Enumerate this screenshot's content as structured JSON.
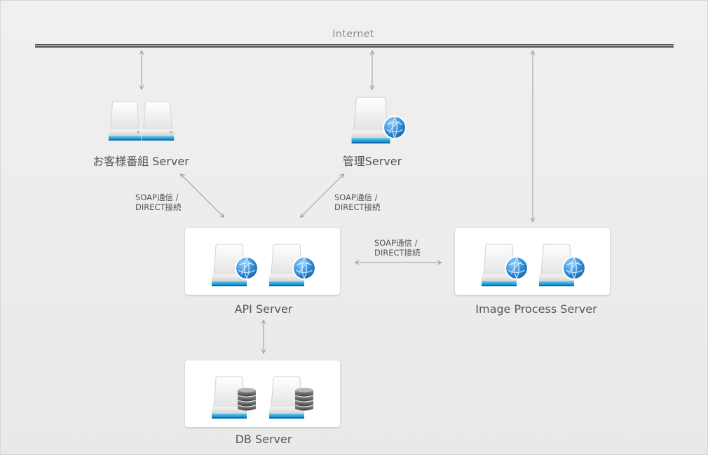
{
  "internet_label": "Internet",
  "nodes": {
    "customer": {
      "label": "お客様番組 Server"
    },
    "admin": {
      "label": "管理Server"
    },
    "api": {
      "label": "API Server"
    },
    "image": {
      "label": "Image Process Server"
    },
    "db": {
      "label": "DB Server"
    }
  },
  "protocol": {
    "line1": "SOAP通信 /",
    "line2": "DIRECT接続"
  },
  "colors": {
    "accent": "#1aa3dd",
    "globe": "#2a7fc9",
    "db": "#555555",
    "arrow": "#9a9a9a",
    "line": "#222222"
  }
}
